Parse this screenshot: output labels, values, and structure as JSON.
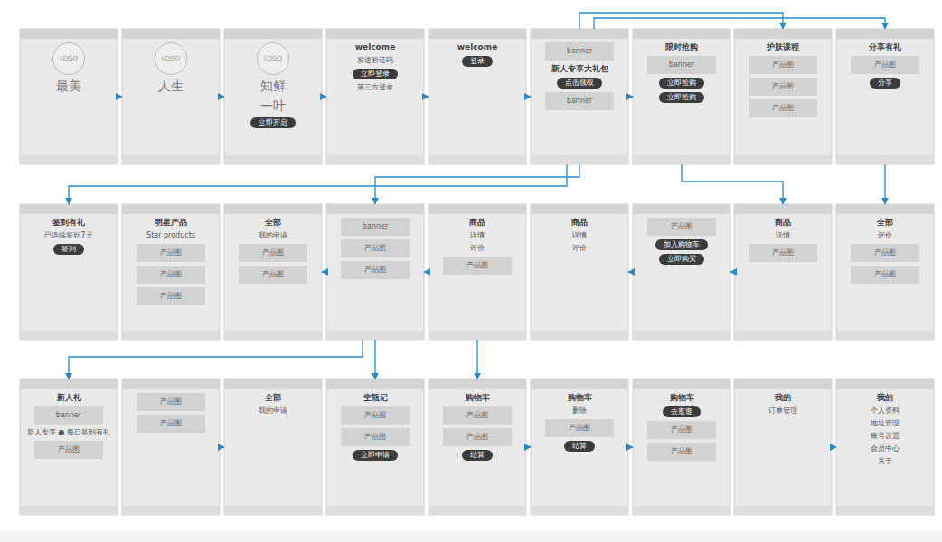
{
  "diagram": {
    "nodes": [
      {
        "text": [
          "LOGO",
          "最美"
        ]
      },
      {
        "text": [
          "LOGO",
          "人生"
        ]
      },
      {
        "text": [
          "LOGO",
          "知鲜",
          "一叶",
          "立即开启"
        ]
      },
      {
        "text": [
          "welcome",
          "发送验证码",
          "立即登录",
          "第三方登录"
        ]
      },
      {
        "text": [
          "welcome",
          "登录"
        ]
      },
      {
        "text": [
          "banner",
          "新人专享大礼包",
          "点击领取",
          "banner"
        ]
      },
      {
        "text": [
          "限时抢购",
          "banner",
          "立即抢购",
          "立即抢购"
        ]
      },
      {
        "text": [
          "护肤课程",
          "产品图",
          "产品图",
          "产品图"
        ]
      },
      {
        "text": [
          "分享有礼",
          "产品图",
          "分享"
        ]
      },
      {
        "text": [
          "签到有礼",
          "已连续签到7天",
          "签到"
        ]
      },
      {
        "text": [
          "明星产品",
          "Star products",
          "产品图",
          "产品图",
          "产品图"
        ]
      },
      {
        "text": [
          "全部",
          "我的申请",
          "产品图",
          "产品图"
        ]
      },
      {
        "text": [
          "banner",
          "产品图",
          "产品图"
        ]
      },
      {
        "text": [
          "商品",
          "详情",
          "评价",
          "产品图"
        ]
      },
      {
        "text": [
          "商品",
          "详情",
          "评价"
        ]
      },
      {
        "text": [
          "产品图",
          "加入购物车",
          "立即购买"
        ]
      },
      {
        "text": [
          "商品",
          "详情",
          "产品图"
        ]
      },
      {
        "text": [
          "全部",
          "评价",
          "产品图",
          "产品图"
        ]
      },
      {
        "text": [
          "新人礼",
          "banner",
          "新人专享 ● 每日签到有礼",
          "产品图"
        ]
      },
      {
        "text": [
          "产品图",
          "产品图"
        ]
      },
      {
        "text": [
          "全部",
          "我的申请"
        ]
      },
      {
        "text": [
          "空瓶记",
          "产品图",
          "产品图",
          "立即申请"
        ]
      },
      {
        "text": [
          "购物车",
          "产品图",
          "产品图",
          "结算"
        ]
      },
      {
        "text": [
          "购物车",
          "删除",
          "产品图",
          "结算"
        ]
      },
      {
        "text": [
          "购物车",
          "去逛逛",
          "产品图",
          "产品图"
        ]
      },
      {
        "text": [
          "我的",
          "订单管理"
        ]
      },
      {
        "text": [
          "我的",
          "个人资料",
          "地址管理",
          "账号设置",
          "会员中心",
          "关于"
        ]
      }
    ],
    "edges": [
      {
        "from": 0,
        "to": 1,
        "arrow": "to"
      },
      {
        "from": 1,
        "to": 2,
        "arrow": "to"
      },
      {
        "from": 2,
        "to": 3,
        "arrow": "to"
      },
      {
        "from": 3,
        "to": 4,
        "arrow": "to"
      },
      {
        "from": 4,
        "to": 5,
        "arrow": "to"
      },
      {
        "from": 5,
        "to": 6,
        "arrow": "to"
      },
      {
        "from": 5,
        "to": 7,
        "arrow": "to"
      },
      {
        "from": 5,
        "to": 8,
        "arrow": "to"
      },
      {
        "from": 5,
        "to": 9,
        "arrow": "to"
      },
      {
        "from": 5,
        "to": 12,
        "arrow": "to"
      },
      {
        "from": 6,
        "to": 16,
        "arrow": "to"
      },
      {
        "from": 8,
        "to": 17,
        "arrow": "to"
      },
      {
        "from": 16,
        "to": 15,
        "arrow": "to"
      },
      {
        "from": 15,
        "to": 14,
        "arrow": "to"
      },
      {
        "from": 13,
        "to": 12,
        "arrow": "to"
      },
      {
        "from": 12,
        "to": 11,
        "arrow": "to"
      },
      {
        "from": 12,
        "to": 18,
        "arrow": "to"
      },
      {
        "from": 12,
        "to": 21,
        "arrow": "to"
      },
      {
        "from": 13,
        "to": 22,
        "arrow": "to"
      },
      {
        "from": 19,
        "to": 20,
        "arrow": "to"
      },
      {
        "from": 22,
        "to": 23,
        "arrow": "to"
      },
      {
        "from": 23,
        "to": 24,
        "arrow": "to"
      },
      {
        "from": 25,
        "to": 26,
        "arrow": "to"
      }
    ]
  }
}
